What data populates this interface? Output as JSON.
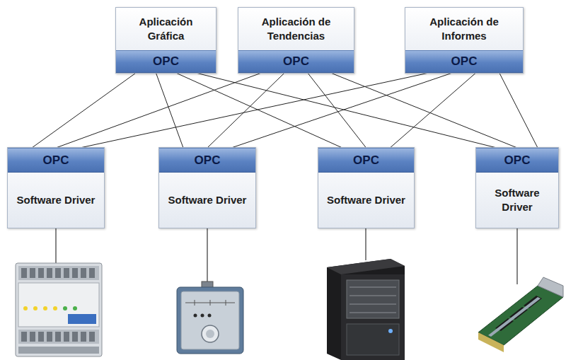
{
  "diagram": {
    "nodes": [
      {
        "text": [
          "Aplicación Gráfica"
        ]
      },
      {
        "text": [
          "OPC"
        ],
        "in": 0
      },
      {
        "text": [
          "Aplicación de Tendencias"
        ]
      },
      {
        "text": [
          "OPC"
        ],
        "in": 2
      },
      {
        "text": [
          "Aplicación de Informes"
        ]
      },
      {
        "text": [
          "OPC"
        ],
        "in": 4
      },
      {
        "text": [
          "Software Driver"
        ]
      },
      {
        "text": [
          "OPC"
        ],
        "in": 6
      },
      {
        "text": [
          "Software Driver"
        ]
      },
      {
        "text": [
          "OPC"
        ],
        "in": 8
      },
      {
        "text": [
          "Software Driver"
        ]
      },
      {
        "text": [
          "OPC"
        ],
        "in": 10
      },
      {
        "text": [
          "Software Driver"
        ]
      },
      {
        "text": [
          "OPC"
        ],
        "in": 12
      }
    ],
    "edges": [
      {
        "from": 1,
        "to": 7,
        "arrow": "none"
      },
      {
        "from": 1,
        "to": 9,
        "arrow": "none"
      },
      {
        "from": 1,
        "to": 11,
        "arrow": "none"
      },
      {
        "from": 1,
        "to": 13,
        "arrow": "none"
      },
      {
        "from": 3,
        "to": 7,
        "arrow": "none"
      },
      {
        "from": 3,
        "to": 9,
        "arrow": "none"
      },
      {
        "from": 3,
        "to": 11,
        "arrow": "none"
      },
      {
        "from": 3,
        "to": 13,
        "arrow": "none"
      },
      {
        "from": 5,
        "to": 7,
        "arrow": "none"
      },
      {
        "from": 5,
        "to": 9,
        "arrow": "none"
      },
      {
        "from": 5,
        "to": 11,
        "arrow": "none"
      },
      {
        "from": 5,
        "to": 13,
        "arrow": "none"
      }
    ]
  }
}
